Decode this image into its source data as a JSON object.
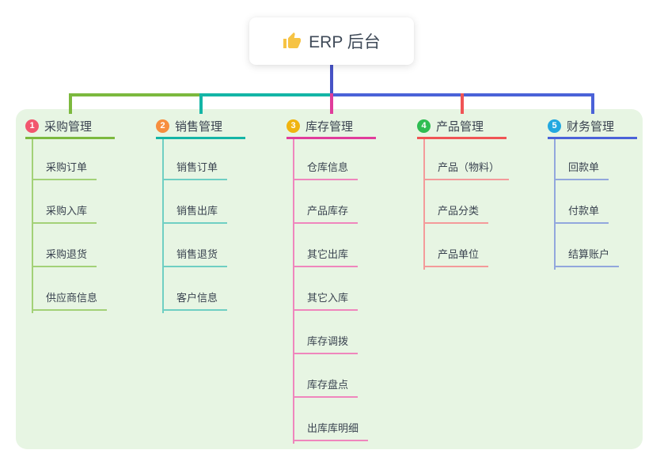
{
  "root": {
    "title": "ERP 后台",
    "icon": "thumbs-up"
  },
  "colors": {
    "stem": "#4753c6",
    "panel_bg": "#e7f5e3",
    "text": "#3a4350",
    "root_text": "#3f4a58",
    "root_bg": "#ffffff",
    "icon_yellow": "#f6c344"
  },
  "branches": [
    {
      "number": "1",
      "title": "采购管理",
      "badge_color": "#f2566e",
      "line_color": "#7cb93e",
      "light_color": "#a3d177",
      "children": [
        "采购订单",
        "采购入库",
        "采购退货",
        "供应商信息"
      ]
    },
    {
      "number": "2",
      "title": "销售管理",
      "badge_color": "#f78e3e",
      "line_color": "#14b5a6",
      "light_color": "#6fcfc3",
      "children": [
        "销售订单",
        "销售出库",
        "销售退货",
        "客户信息"
      ]
    },
    {
      "number": "3",
      "title": "库存管理",
      "badge_color": "#f0b40f",
      "line_color": "#e03c9b",
      "light_color": "#ef86bd",
      "children": [
        "仓库信息",
        "产品库存",
        "其它出库",
        "其它入库",
        "库存调拨",
        "库存盘点",
        "出库库明细"
      ]
    },
    {
      "number": "4",
      "title": "产品管理",
      "badge_color": "#2ebd52",
      "line_color": "#f05455",
      "light_color": "#f49a9a",
      "children": [
        "产品（物料）",
        "产品分类",
        "产品单位"
      ]
    },
    {
      "number": "5",
      "title": "财务管理",
      "badge_color": "#23a8e0",
      "line_color": "#4a62d8",
      "light_color": "#92a7dd",
      "children": [
        "回款单",
        "付款单",
        "结算账户"
      ]
    }
  ]
}
